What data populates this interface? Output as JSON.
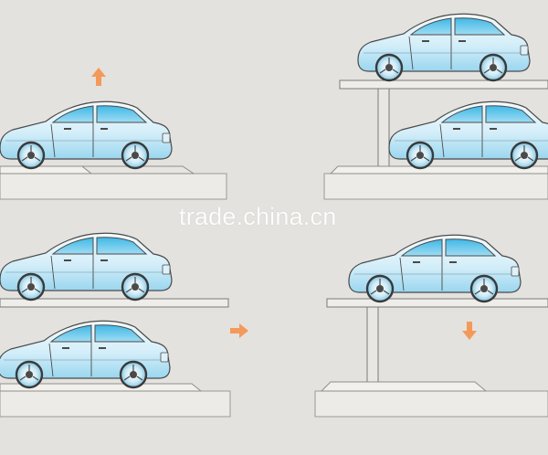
{
  "watermark": "trade.china.cn",
  "colors": {
    "background": "#e4e2de",
    "platform_top": "#ecebe8",
    "platform_front": "#d9d8d4",
    "outline": "#4a4a4a",
    "car_body_light": "#f2fafd",
    "car_body_blue": "#a9ddf2",
    "window_blue": "#5ec6ea",
    "arrow": "#f39a5b"
  },
  "icons": [
    "arrow-up-icon",
    "arrow-right-icon",
    "arrow-down-icon"
  ],
  "panels": [
    {
      "name": "panel-lifting",
      "cars": 1,
      "arrow": "arrow-up-icon"
    },
    {
      "name": "panel-both-parked",
      "cars": 2
    },
    {
      "name": "panel-upper-raised",
      "cars": 2,
      "arrow": "arrow-right-icon"
    },
    {
      "name": "panel-lowering",
      "cars": 1,
      "arrow": "arrow-down-icon"
    }
  ]
}
